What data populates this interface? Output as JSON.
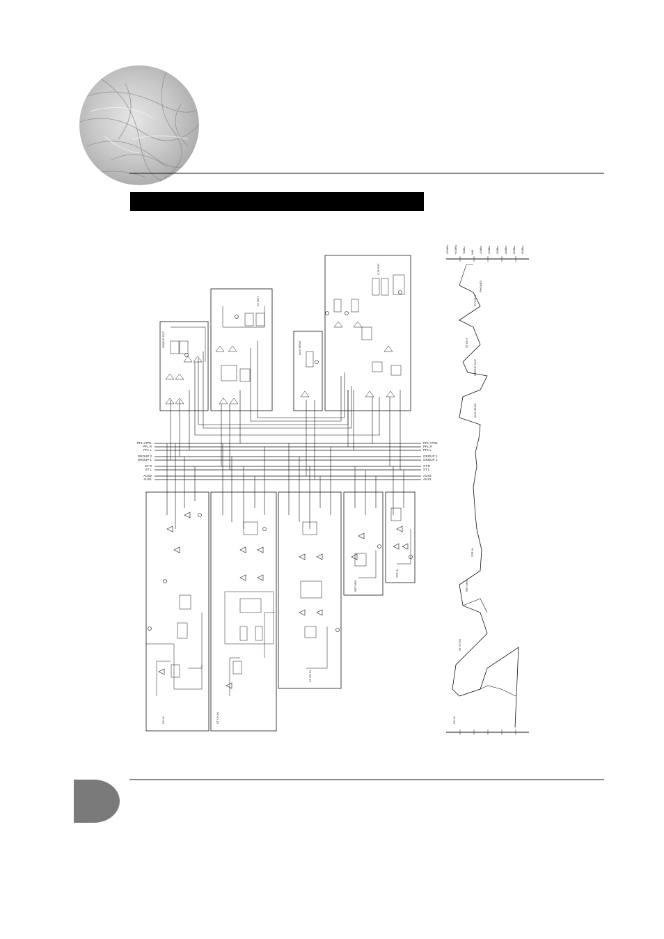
{
  "header": {
    "title_bar_text": "",
    "decoration_icon": "textured-circle-icon",
    "tab_icon": "dark-tab-icon"
  },
  "diagram": {
    "buses_left": [
      "PFL CTRL",
      "PFL R",
      "PFL L",
      "GROUP 2",
      "GROUP 1",
      "ST R",
      "ST L",
      "AUX2",
      "AUX1"
    ],
    "buses_right": [
      "PFL CTRL",
      "PFL R",
      "PFL L",
      "GROUP 2",
      "GROUP 1",
      "ST R",
      "ST L",
      "AUX2",
      "AUX1"
    ],
    "blocks": [
      {
        "label": "CH IN"
      },
      {
        "label": "ST CH IN"
      },
      {
        "label": "ST CH IN"
      },
      {
        "label": "RETURN"
      },
      {
        "label": "2TR IN"
      },
      {
        "label": "GROUP OUT"
      },
      {
        "label": "ST OUT"
      },
      {
        "label": "AUX SEND"
      },
      {
        "label": "C-R OUT"
      }
    ],
    "level_scale": [
      "+20dBu",
      "+10dBu",
      "+4dBu",
      "0dB",
      "-10dBu",
      "-20dBu",
      "-30dBu",
      "-40dBu",
      "-50dBu",
      "-60dBu"
    ],
    "level_points": [
      "CH IN",
      "ST CH IN",
      "RETURN",
      "2TR IN",
      "AUX SEND",
      "ST OUT",
      "GROUP OUT",
      "C-R OUT",
      "PHONES"
    ]
  },
  "colors": {
    "ink": "#111111",
    "bar": "#000000",
    "tab": "#7a7a7a"
  }
}
